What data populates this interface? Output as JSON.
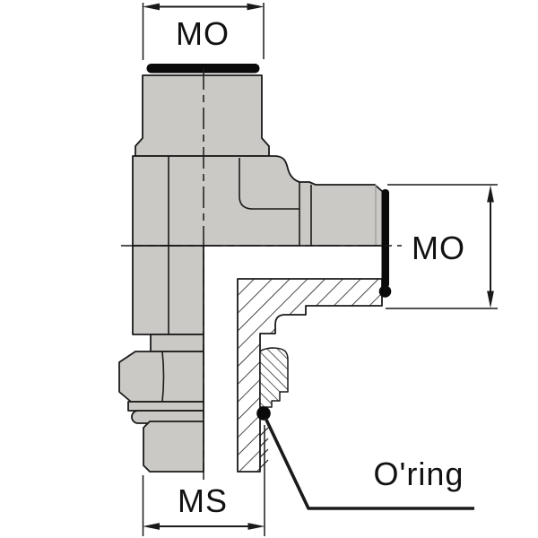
{
  "drawing": {
    "labels": {
      "top_dimension": "MO",
      "side_dimension": "MO",
      "bottom_dimension": "MS",
      "oring_callout": "O'ring"
    },
    "colors": {
      "metal_gray": "#cac9c5",
      "outline": "#1a1a1a",
      "seal_black": "#0a0a0a",
      "background": "#ffffff",
      "text": "#111111"
    }
  }
}
